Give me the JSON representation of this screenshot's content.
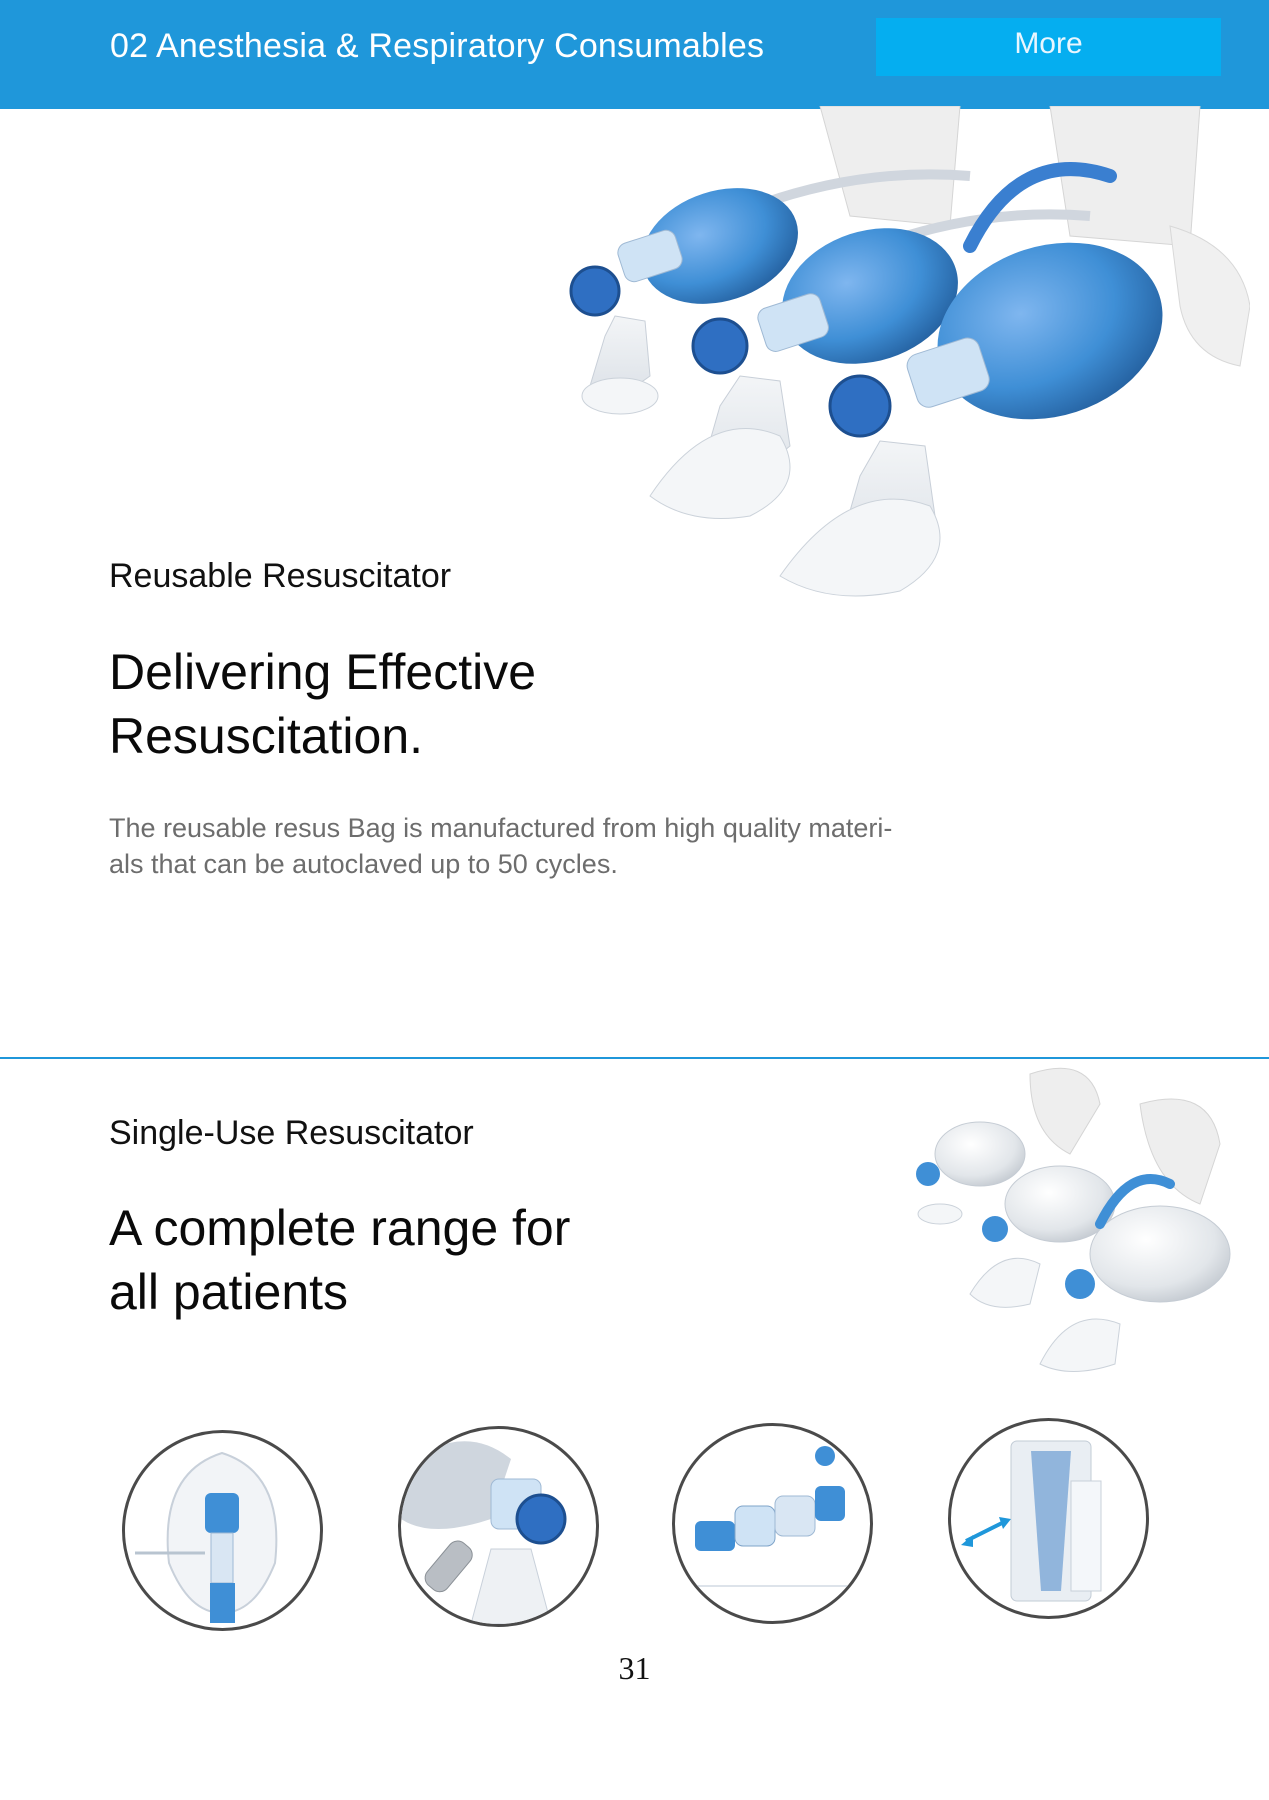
{
  "header": {
    "title": "02 Anesthesia & Respiratory Consumables",
    "more_label": "More"
  },
  "section1": {
    "product_label": "Reusable Resuscitator",
    "headline_line1": "Delivering Effective",
    "headline_line2": "Resuscitation.",
    "description_line1": "The reusable resus Bag is manufactured from high quality materi-",
    "description_line2": "als that can be autoclaved up to 50 cycles."
  },
  "section2": {
    "product_label": "Single-Use Resuscitator",
    "headline_line1": "A complete range for",
    "headline_line2": "all patients"
  },
  "page_number": "31",
  "colors": {
    "header_bg": "#1f97da",
    "more_button_bg": "#05aef0",
    "accent_blue": "#3f8fd6"
  }
}
